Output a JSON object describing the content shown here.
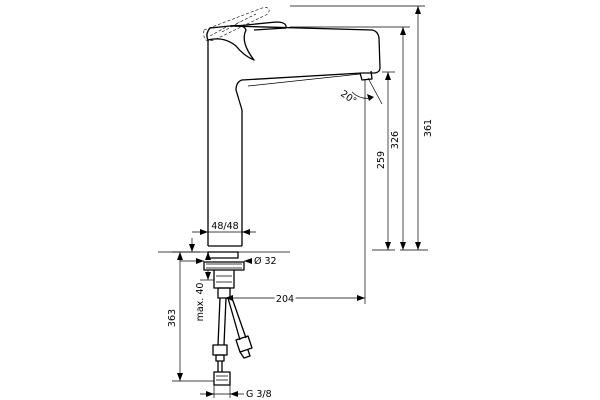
{
  "drawing": {
    "dimensions": {
      "height_total": "361",
      "height_spout_top": "326",
      "height_spout_outlet": "259",
      "spout_angle": "20°",
      "body_width": "48/48",
      "mount_diameter": "Ø 32",
      "spout_reach": "204",
      "counter_thickness": "max. 40",
      "hose_length": "363",
      "connection_thread": "G 3/8"
    }
  }
}
